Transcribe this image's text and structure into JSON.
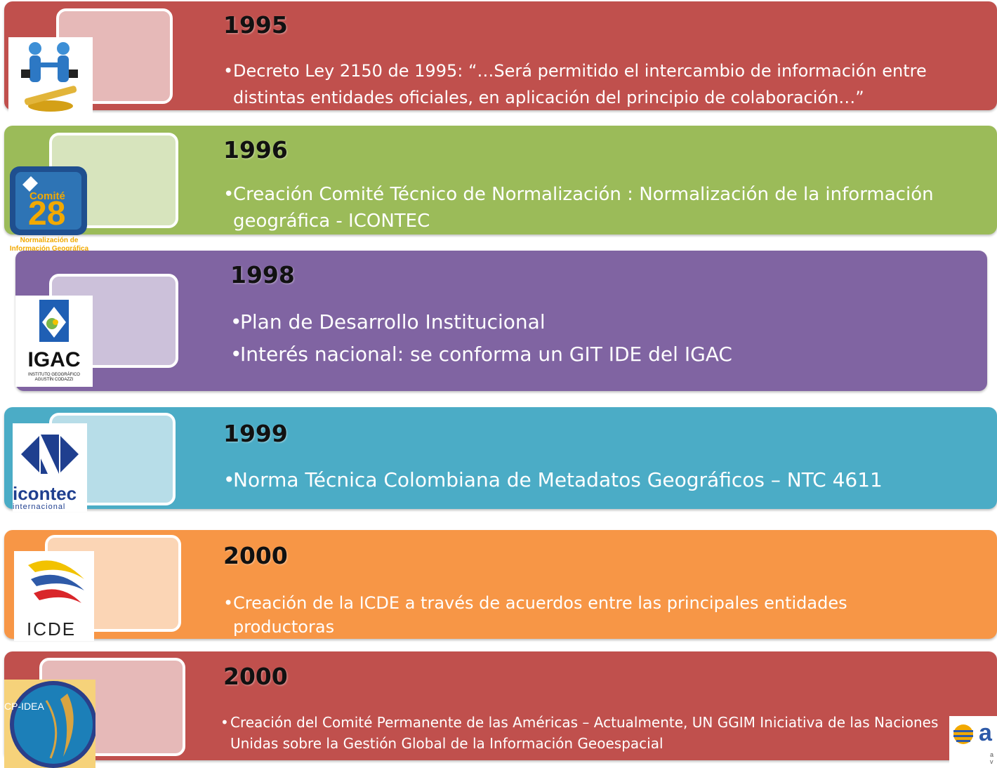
{
  "timeline": [
    {
      "year": "1995",
      "color": "#c0504d",
      "bullets": [
        "Decreto Ley 2150 de 1995: “…Será permitido el intercambio de información entre distintas entidades oficiales, en aplicación del principio de colaboración…”"
      ],
      "logo_icon": "handshake-icon"
    },
    {
      "year": "1996",
      "color": "#9bbb59",
      "bullets": [
        "Creación Comité Técnico de Normalización : Normalización de la información geográfica - ICONTEC"
      ],
      "logo_icon": "comite-28-logo",
      "logo_text": {
        "top": "Comité",
        "number": "28",
        "caption": "Normalización de Información Geográfica"
      }
    },
    {
      "year": "1998",
      "color": "#8064a2",
      "bullets": [
        "Plan de Desarrollo Institucional",
        "Interés nacional: se conforma un GIT  IDE del IGAC"
      ],
      "logo_icon": "igac-logo",
      "logo_text": {
        "name": "IGAC",
        "caption1": "INSTITUTO GEOGRÁFICO",
        "caption2": "AGUSTÍN CODAZZI"
      }
    },
    {
      "year": "1999",
      "color": "#4bacc6",
      "bullets": [
        "Norma Técnica Colombiana de Metadatos Geográficos – NTC 4611"
      ],
      "logo_icon": "icontec-logo",
      "logo_text": {
        "name": "icontec",
        "caption": "internacional"
      }
    },
    {
      "year": "2000",
      "color": "#f79646",
      "bullets": [
        "Creación de la ICDE a través de acuerdos  entre las principales entidades productoras"
      ],
      "logo_icon": "icde-logo",
      "logo_text": {
        "name": "ICDE"
      }
    },
    {
      "year": "2000",
      "color": "#c0504d",
      "bullets": [
        "Creación del Comité Permanente de las Américas – Actualmente, UN GGIM Iniciativa de las Naciones Unidas sobre la Gestión Global de la Información Geoespacial"
      ],
      "logo_icon": "cp-idea-logo",
      "logo_text": {
        "name": "CP-IDEA"
      }
    }
  ],
  "corner_logo": {
    "icon": "corner-globe-logo",
    "letter": "a",
    "small1": "a",
    "small2": "v"
  }
}
